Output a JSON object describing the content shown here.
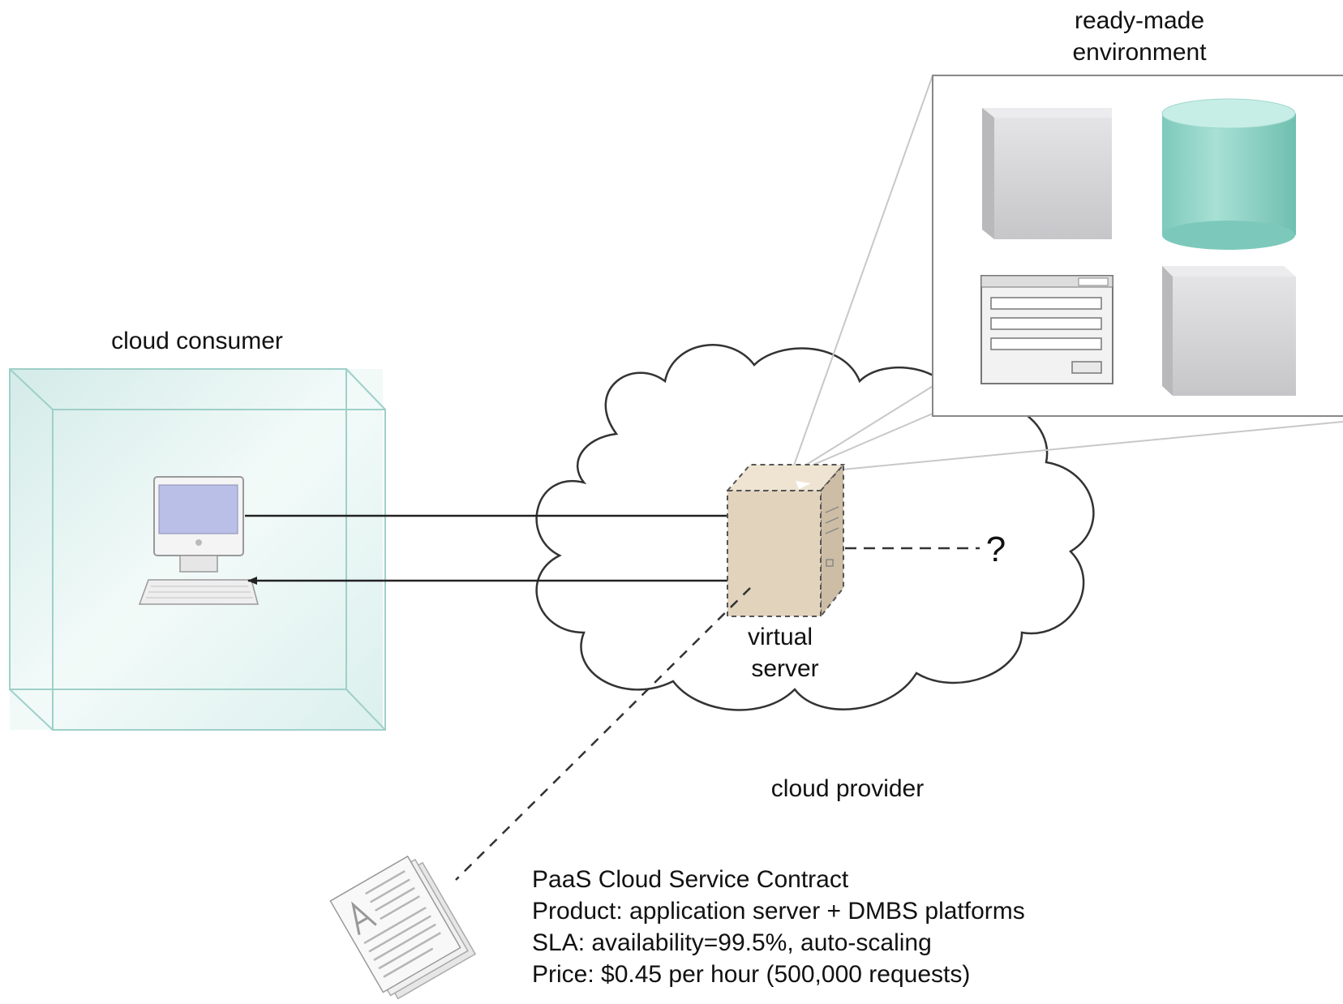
{
  "labels": {
    "ready_made_line1": "ready-made",
    "ready_made_line2": "environment",
    "cloud_consumer": "cloud consumer",
    "virtual_line1": "virtual",
    "virtual_line2": "server",
    "question": "?",
    "cloud_provider": "cloud provider"
  },
  "contract": {
    "title": "PaaS Cloud Service Contract",
    "product": "Product: application server + DMBS platforms",
    "sla": "SLA: availability=99.5%, auto-scaling",
    "price": "Price: $0.45 per hour (500,000 requests)"
  },
  "colors": {
    "consumer_box": "#cfe9e6",
    "monitor_screen": "#b9bfe6",
    "server_body": "#e2d3bd",
    "database": "#8fd3c6",
    "cube": "#d4d4d6",
    "line": "#222222"
  }
}
